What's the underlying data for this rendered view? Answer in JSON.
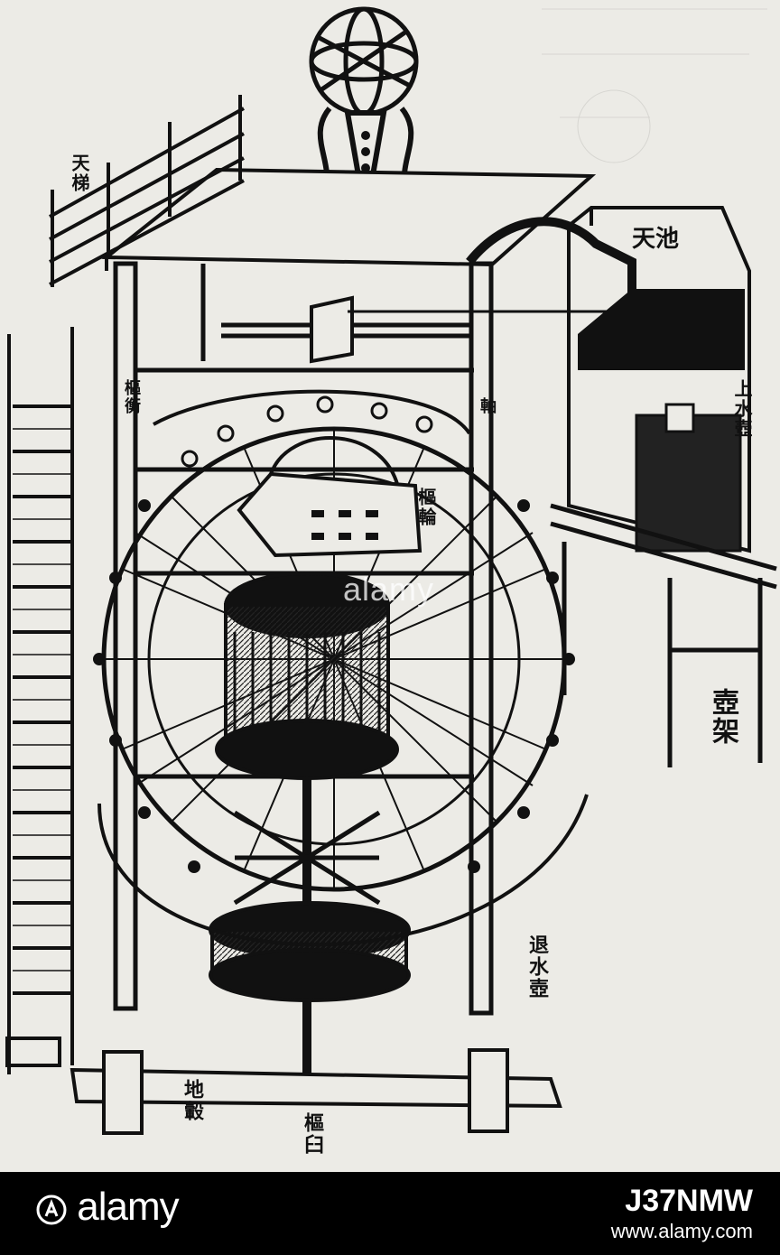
{
  "labels": {
    "tianchi": "天池",
    "shangshuihu": "上水壺",
    "hujia": "壺架",
    "tuishuihu": "退水壺",
    "shuqiao": "樞臼",
    "dixiao": "地轂",
    "tianti": "天梯",
    "shulun": "樞輪",
    "zhilun": "軸",
    "upper_left": "樞衡"
  },
  "watermark": "alamy",
  "footer": {
    "logo": "alamy",
    "code": "J37NMW",
    "site": "www.alamy.com"
  },
  "colors": {
    "paper": "#ecebe6",
    "ink": "#111111",
    "footer_bg": "#000000",
    "footer_text": "#ffffff"
  }
}
